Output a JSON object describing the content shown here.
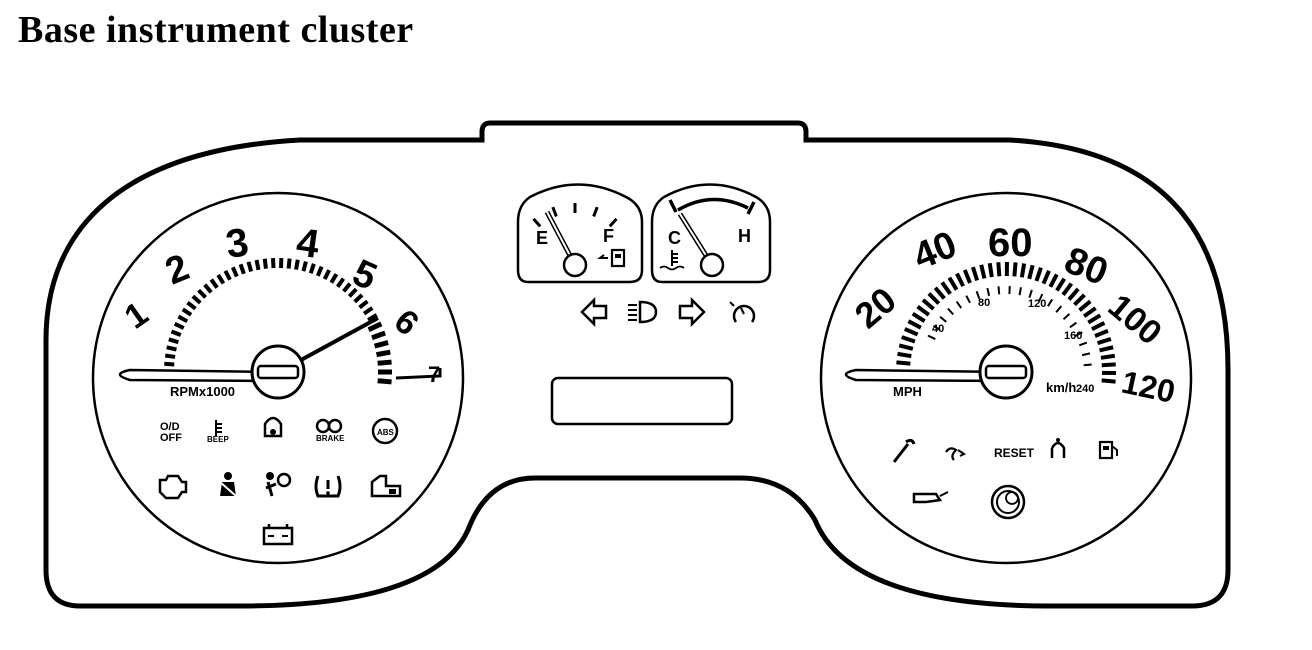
{
  "title": "Base instrument cluster",
  "tachometer": {
    "numbers": [
      "1",
      "2",
      "3",
      "4",
      "5",
      "6",
      "7"
    ],
    "unit": "RPMx1000"
  },
  "fuel_gauge": {
    "empty": "E",
    "full": "F"
  },
  "temp_gauge": {
    "cold": "C",
    "hot": "H"
  },
  "speedometer": {
    "mph_numbers": [
      "20",
      "40",
      "60",
      "80",
      "100",
      "120"
    ],
    "kmh_numbers": [
      "40",
      "80",
      "120",
      "160",
      "240"
    ],
    "mph_label": "MPH",
    "kmh_label": "km/h"
  },
  "tach_indicators": {
    "od_off": [
      "O/D",
      "OFF"
    ],
    "glow": "BEEP",
    "brake": "BRAKE",
    "abs": "ABS"
  },
  "speedo_indicators": {
    "reset": "RESET"
  },
  "colors": {
    "ink": "#000000",
    "paper": "#ffffff"
  }
}
